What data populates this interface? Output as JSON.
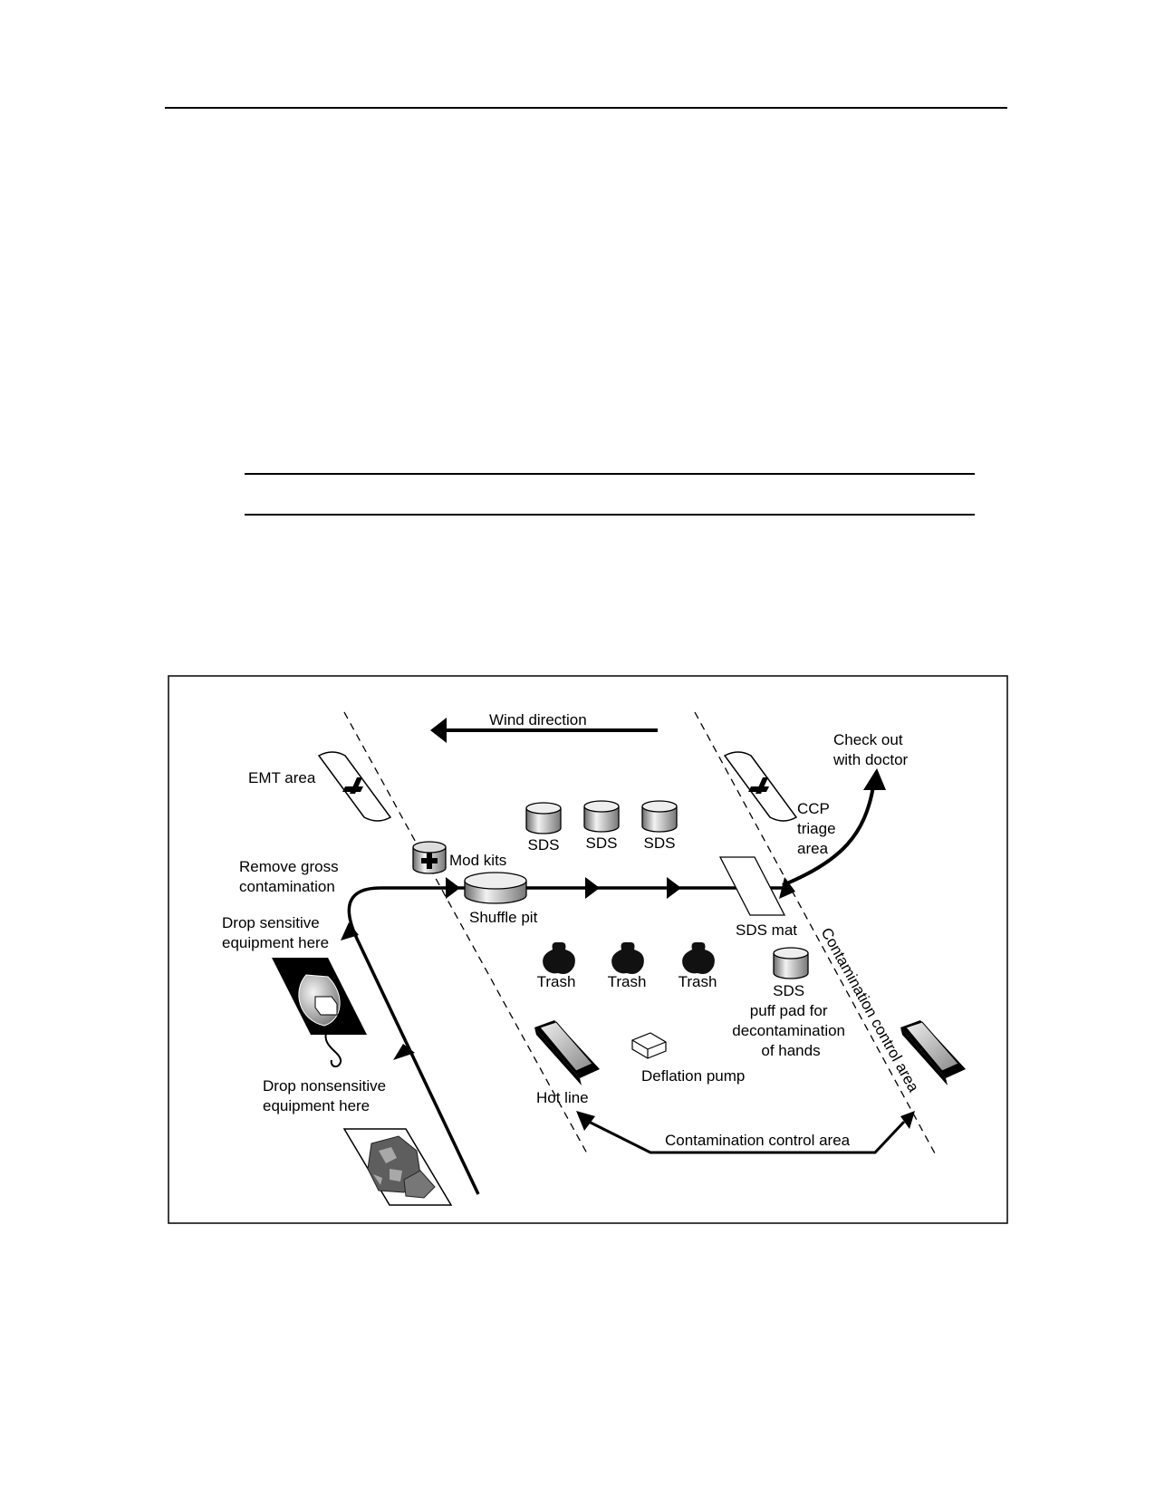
{
  "labels": {
    "wind": "Wind direction",
    "check_out": [
      "Check out",
      "with doctor"
    ],
    "emt": "EMT area",
    "ccp": [
      "CCP",
      "triage",
      "area"
    ],
    "sds1": "SDS",
    "sds2": "SDS",
    "sds3": "SDS",
    "remove": [
      "Remove gross",
      "contamination"
    ],
    "mod_kits": "Mod kits",
    "shuffle": "Shuffle pit",
    "sds_mat": "SDS mat",
    "drop_sensitive": [
      "Drop sensitive",
      "equipment here"
    ],
    "trash1": "Trash",
    "trash2": "Trash",
    "trash3": "Trash",
    "sds_puff": [
      "SDS",
      "puff pad for",
      "decontamination",
      "of hands"
    ],
    "ccp_line": "Contamination control area",
    "deflation": "Deflation pump",
    "drop_nonsensitive": [
      "Drop nonsensitive",
      "equipment here"
    ],
    "hot_line": "Hot line",
    "cca_bottom": "Contamination control area"
  }
}
